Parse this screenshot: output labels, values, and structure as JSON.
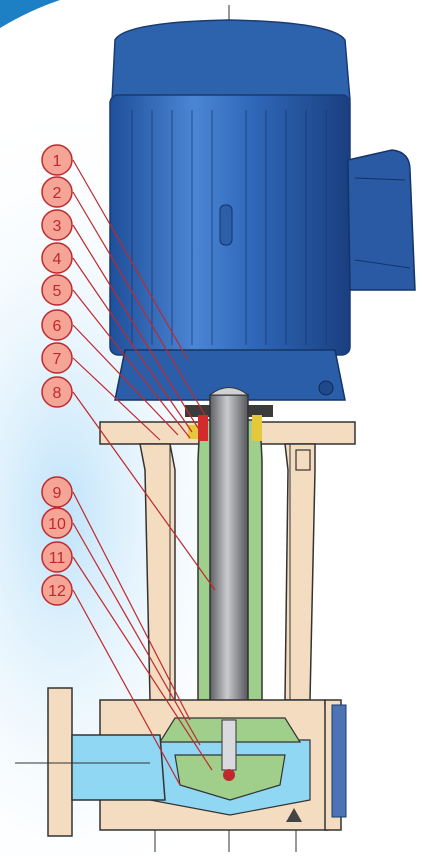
{
  "diagram": {
    "callouts": [
      {
        "label": "1"
      },
      {
        "label": "2"
      },
      {
        "label": "3"
      },
      {
        "label": "4"
      },
      {
        "label": "5"
      },
      {
        "label": "6"
      },
      {
        "label": "7"
      },
      {
        "label": "8"
      },
      {
        "label": "9"
      },
      {
        "label": "10"
      },
      {
        "label": "11"
      },
      {
        "label": "12"
      }
    ]
  },
  "colors": {
    "motor_blue": "#2f67b8",
    "housing_beige": "#f3dcc0",
    "shaft_gray": "#8e9094",
    "seal_green": "#9fcf8a",
    "water_blue": "#8fd7f2",
    "callout_red": "#c0282d",
    "callout_fill": "#f5a596"
  }
}
